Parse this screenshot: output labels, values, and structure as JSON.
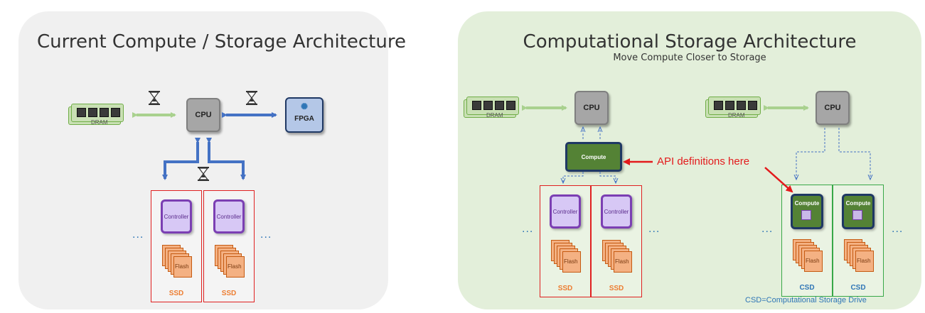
{
  "left": {
    "title": "Current Compute / Storage Architecture",
    "cpu_label": "CPU",
    "fpga_label": "FPGA",
    "dram_label": "DRAM",
    "controller_label": "Controller",
    "flash_label": "Flash",
    "ssd_label": "SSD",
    "ellipsis": "..."
  },
  "right": {
    "title": "Computational Storage Architecture",
    "subtitle": "Move Compute Closer to Storage",
    "cpu_label": "CPU",
    "dram_label": "DRAM",
    "compute_label": "Compute",
    "controller_label": "Controller",
    "flash_label": "Flash",
    "ssd_label": "SSD",
    "csd_label": "CSD",
    "api_label": "API definitions here",
    "footnote": "CSD=Computational Storage Drive",
    "ellipsis": "..."
  },
  "colors": {
    "left_panel": "#f0f0f0",
    "right_panel": "#e3efda",
    "blue_arrow": "#4472c4",
    "green_arrow": "#a9d18e",
    "red_arrow": "#e31a1c",
    "compute_green": "#548235"
  },
  "icons": [
    "hourglass-icon",
    "gear-icon",
    "arrow-icon"
  ]
}
